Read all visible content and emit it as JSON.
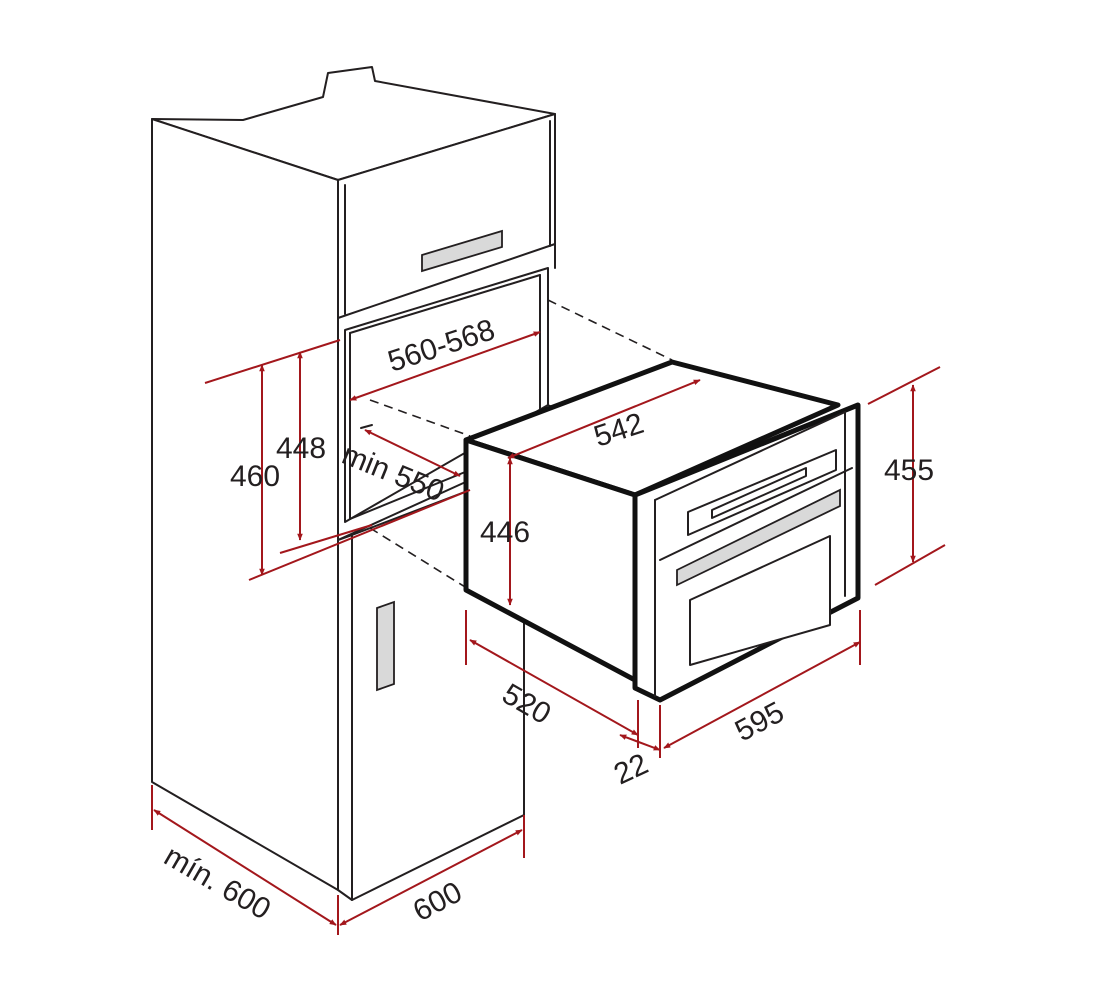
{
  "colors": {
    "line": "#231f20",
    "dimension": "#a3171c",
    "handle_fill": "#d9d9d9",
    "background": "#ffffff"
  },
  "dimensions": {
    "niche_width": "560-568",
    "niche_height_outer": "460",
    "niche_height_inner": "448",
    "niche_depth": "min 550",
    "oven_body_width": "542",
    "oven_body_height": "446",
    "oven_body_depth": "520",
    "oven_front_width": "595",
    "oven_front_height": "455",
    "front_panel_thickness": "22",
    "cabinet_side_depth": "mín. 600",
    "cabinet_front_width": "600"
  }
}
